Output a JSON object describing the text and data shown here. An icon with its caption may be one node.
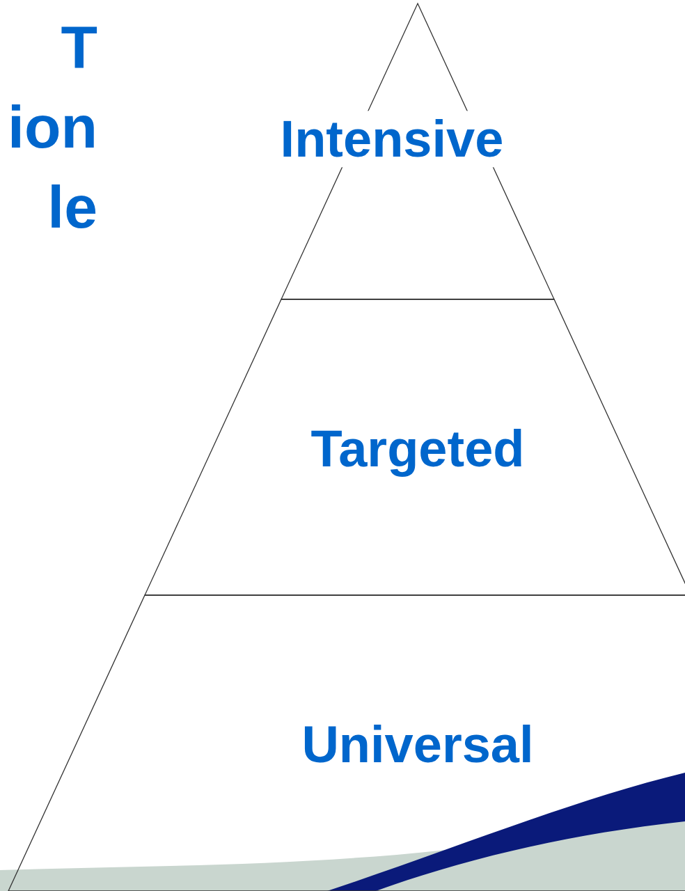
{
  "diagram": {
    "title": "T ion le",
    "nodes": [
      {
        "text": [
          "Intensive"
        ]
      },
      {
        "text": [
          "Targeted"
        ]
      },
      {
        "text": [
          "Universal"
        ]
      }
    ]
  }
}
